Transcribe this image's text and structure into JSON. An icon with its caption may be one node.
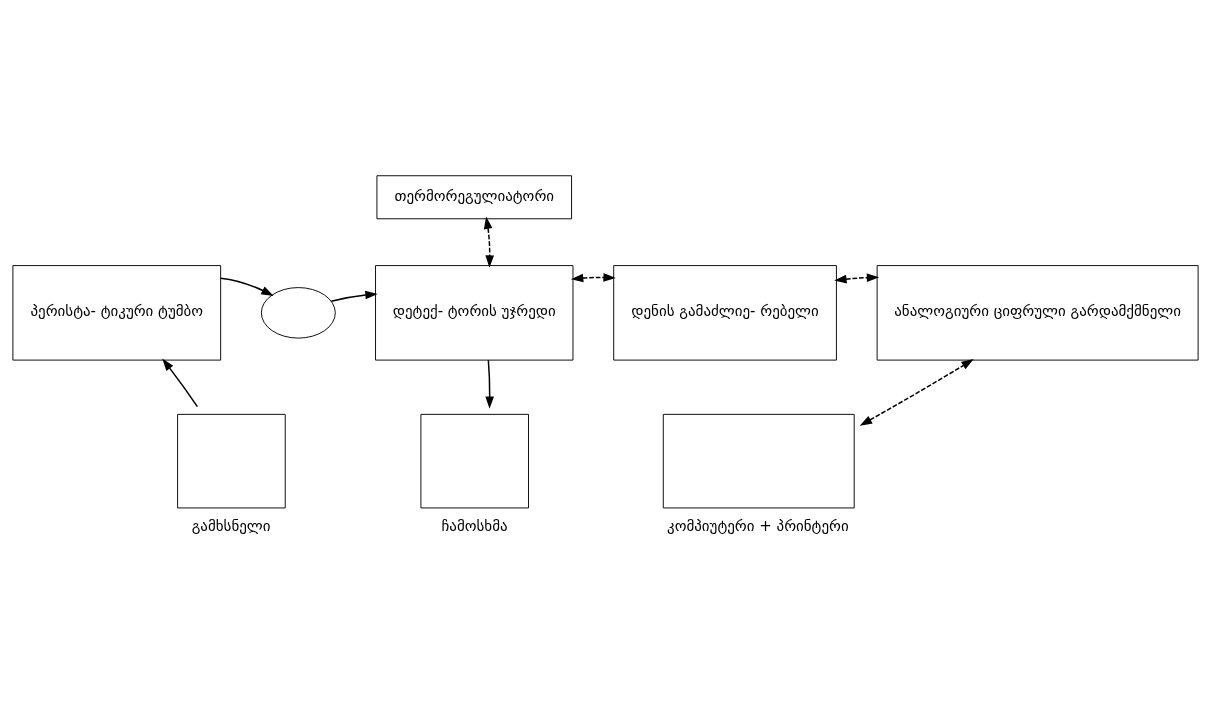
{
  "diagram": {
    "nodes": [
      {
        "text": [
          "თერმორეგულიატორი"
        ]
      },
      {
        "text": [
          "პერისტა- ტიკური ტუმბო"
        ]
      },
      {
        "text": [],
        "shape": "circle"
      },
      {
        "text": [
          "დეტექ- ტორის უჯრედი"
        ]
      },
      {
        "text": [
          "დენის გამაძლიე- რებელი"
        ]
      },
      {
        "text": [
          "ანალოგიური ციფრული გარდამქმნელი"
        ]
      },
      {
        "text": [],
        "shape": "box",
        "beside": [
          "გამხსნელი"
        ]
      },
      {
        "text": [],
        "shape": "box",
        "beside": [
          "ჩამოსხმა"
        ]
      },
      {
        "text": [],
        "shape": "box",
        "beside": [
          "კომპიუტერი + პრინტერი"
        ]
      }
    ],
    "edges": [
      {
        "from": 0,
        "to": 3,
        "arrow": "both",
        "style": "dashed"
      },
      {
        "from": 1,
        "to": 2,
        "arrow": "to"
      },
      {
        "from": 2,
        "to": 3,
        "arrow": "to"
      },
      {
        "from": 3,
        "to": 4,
        "arrow": "both",
        "style": "dashed"
      },
      {
        "from": 4,
        "to": 5,
        "arrow": "both",
        "style": "dashed"
      },
      {
        "from": 3,
        "to": 7,
        "arrow": "to"
      },
      {
        "from": 6,
        "to": 1,
        "arrow": "to"
      },
      {
        "from": 8,
        "to": 5,
        "arrow": "both",
        "style": "dashed"
      }
    ]
  }
}
